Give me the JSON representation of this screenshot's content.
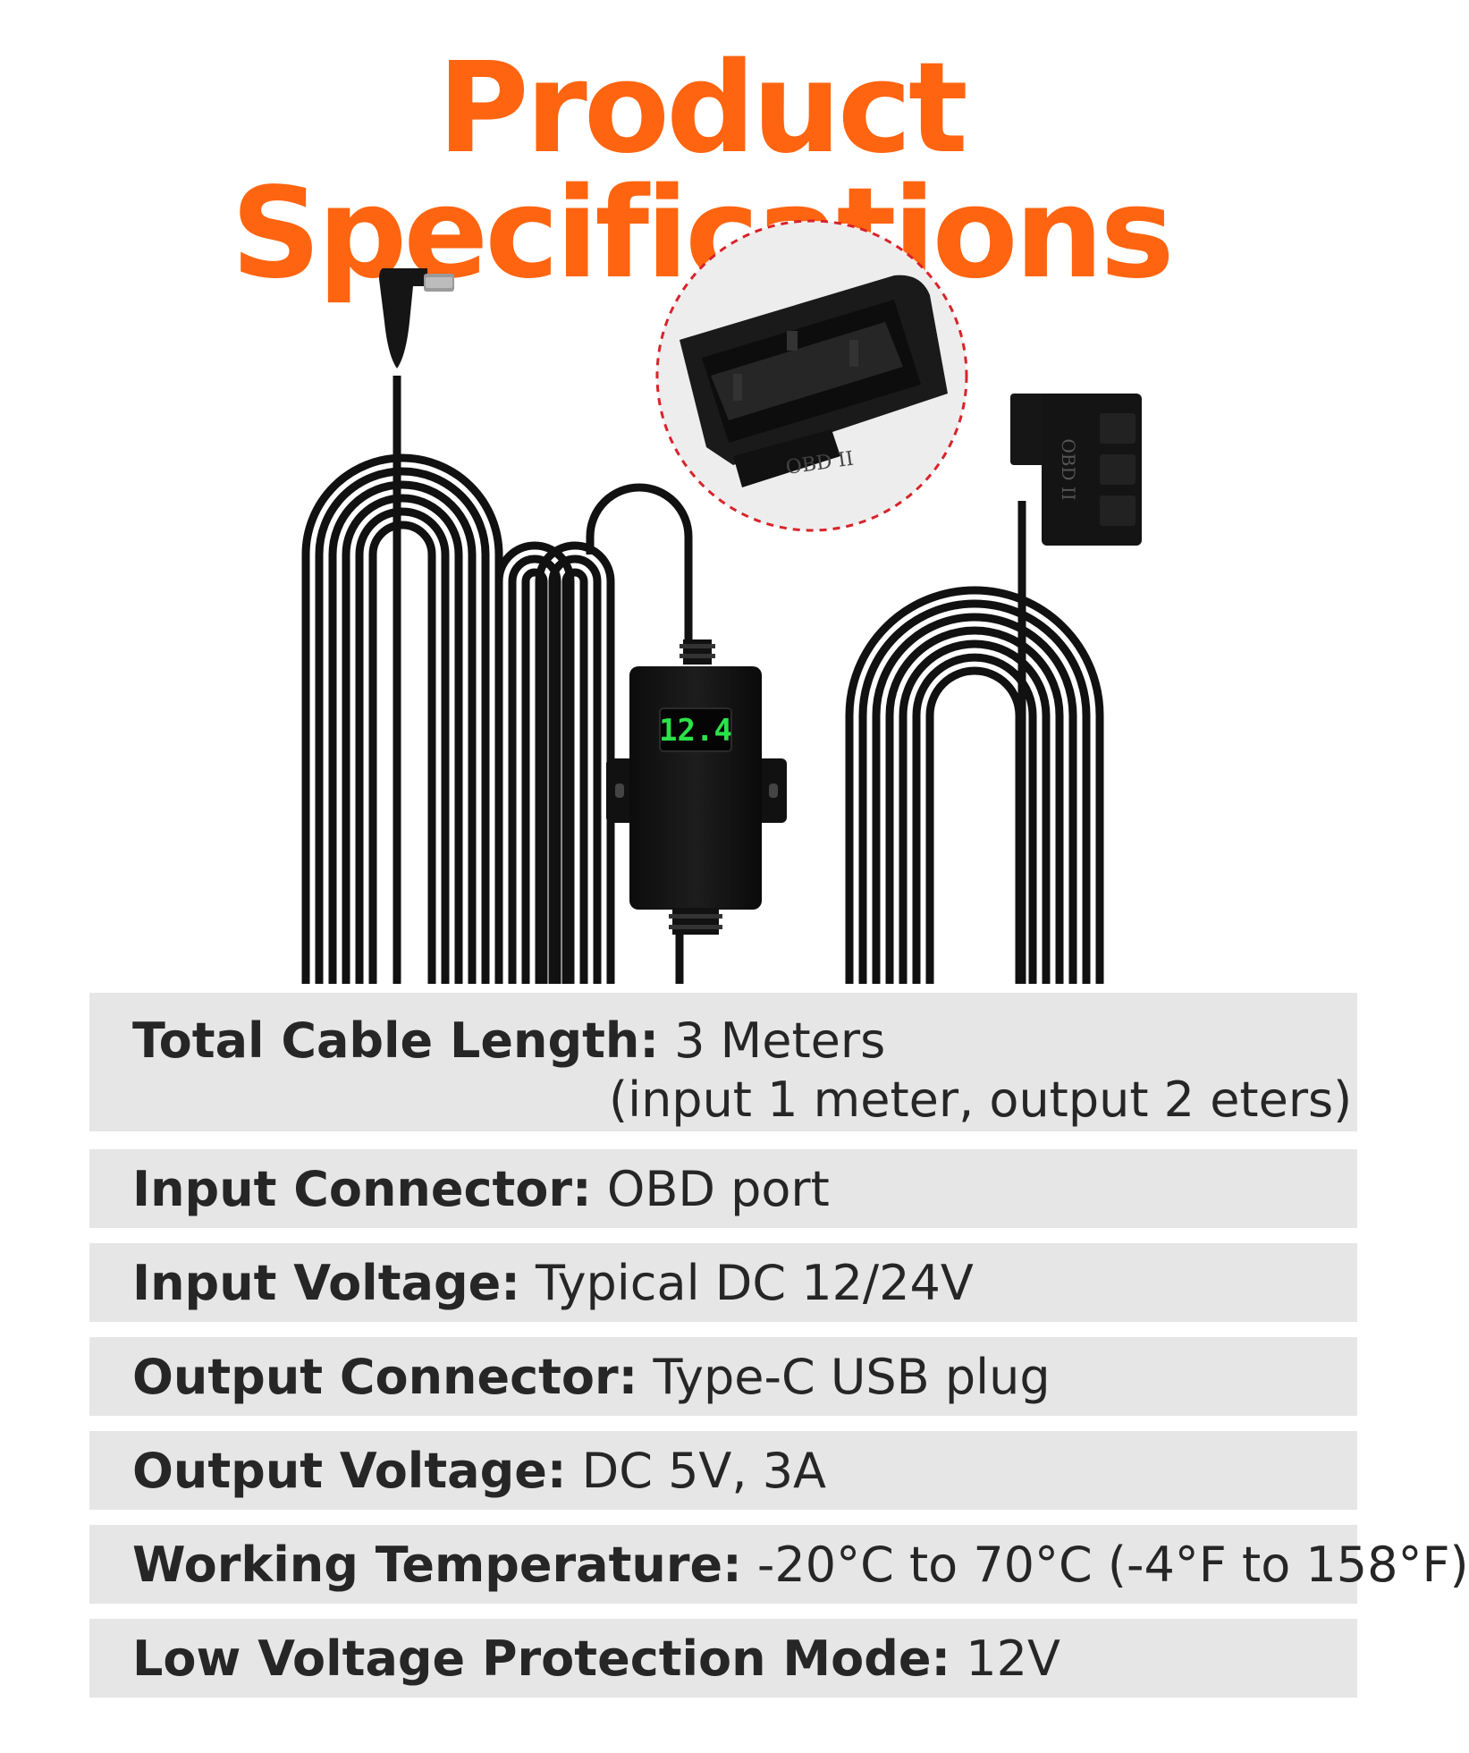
{
  "header": {
    "title": "Product Specifications"
  },
  "product": {
    "display_reading": "12.4",
    "obd_label_main": "OBD II",
    "obd_label_zoom": "OBD II"
  },
  "specs": [
    {
      "label": "Total Cable Length:",
      "value": "3 Meters",
      "value_line2": "(input 1 meter, output 2 eters)"
    },
    {
      "label": "Input Connector:",
      "value": "OBD port"
    },
    {
      "label": "Input Voltage:",
      "value": "Typical DC 12/24V"
    },
    {
      "label": "Output Connector:",
      "value": "Type-C USB plug"
    },
    {
      "label": "Output Voltage:",
      "value": "DC 5V, 3A"
    },
    {
      "label": "Working Temperature:",
      "value": "-20°C to 70°C (-4°F to 158°F)"
    },
    {
      "label": "Low Voltage Protection Mode:",
      "value": "12V"
    }
  ],
  "colors": {
    "accent": "#FF6410",
    "row_background": "#E6E6E6",
    "text": "#262626",
    "display_digits": "#2CE24A",
    "zoom_circle": "#D9232A"
  }
}
